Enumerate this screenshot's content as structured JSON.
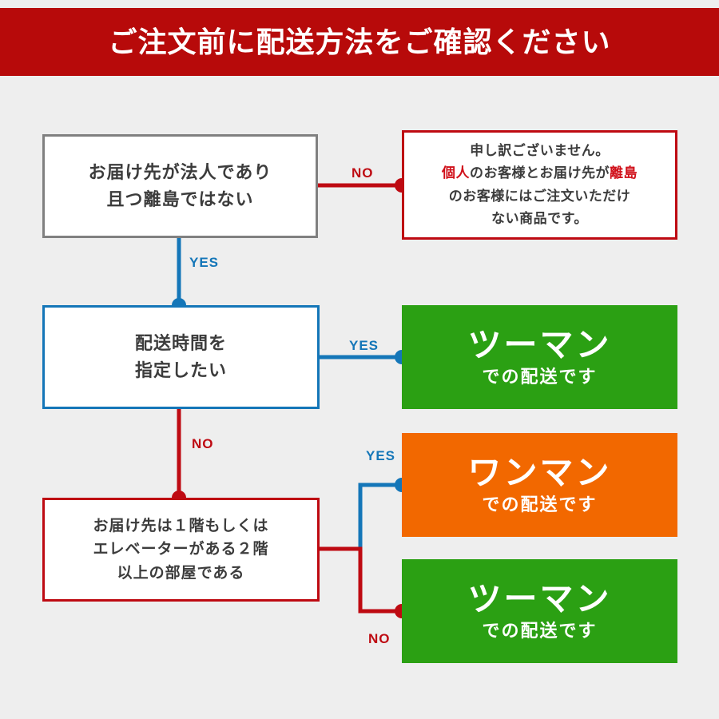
{
  "header": {
    "title": "ご注文前に配送方法をご確認ください",
    "bg_color": "#b70a0a",
    "text_color": "#ffffff"
  },
  "colors": {
    "background": "#eeeeee",
    "red": "#be0a12",
    "blue": "#1476b8",
    "green": "#2ba013",
    "orange": "#f26800",
    "gray": "#808080",
    "text": "#3c3c3c"
  },
  "questions": [
    {
      "id": "corporate",
      "border_color": "#808080",
      "lines": [
        "お届け先が法人であり",
        "且つ離島ではない"
      ]
    },
    {
      "id": "timeslot",
      "border_color": "#1476b8",
      "lines": [
        "配送時間を",
        "指定したい"
      ]
    },
    {
      "id": "floor",
      "border_color": "#be0a12",
      "lines": [
        "お届け先は１階もしくは",
        "エレベーターがある２階",
        "以上の部屋である"
      ]
    }
  ],
  "reject": {
    "border_color": "#be0a12",
    "line1": "申し訳ございません。",
    "line2_a": "個人",
    "line2_b": "のお客様とお届け先が",
    "line2_c": "離島",
    "line3": "のお客様にはご注文いただけ",
    "line4": "ない商品です。",
    "highlight_color": "#d0101a"
  },
  "outcomes": [
    {
      "id": "twoman-1",
      "big": "ツーマン",
      "small": "での配送です",
      "bg_color": "#2ba013"
    },
    {
      "id": "oneman",
      "big": "ワンマン",
      "small": "での配送です",
      "bg_color": "#f26800"
    },
    {
      "id": "twoman-2",
      "big": "ツーマン",
      "small": "での配送です",
      "bg_color": "#2ba013"
    }
  ],
  "edges": [
    {
      "id": "no-1",
      "label": "NO",
      "color": "#be0a12"
    },
    {
      "id": "yes-1",
      "label": "YES",
      "color": "#1476b8"
    },
    {
      "id": "yes-2",
      "label": "YES",
      "color": "#1476b8"
    },
    {
      "id": "no-2",
      "label": "NO",
      "color": "#be0a12"
    },
    {
      "id": "yes-3",
      "label": "YES",
      "color": "#1476b8"
    },
    {
      "id": "no-3",
      "label": "NO",
      "color": "#be0a12"
    }
  ]
}
